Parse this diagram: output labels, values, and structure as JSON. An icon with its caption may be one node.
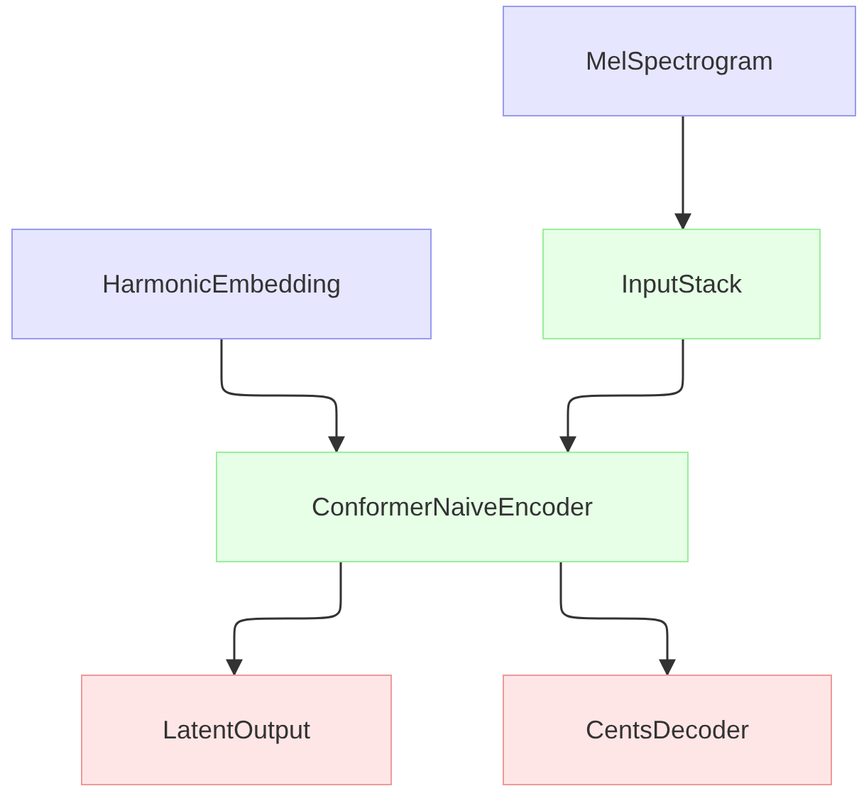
{
  "diagram": {
    "nodes": [
      {
        "text": [
          "MelSpectrogram"
        ]
      },
      {
        "text": [
          "HarmonicEmbedding"
        ]
      },
      {
        "text": [
          "InputStack"
        ]
      },
      {
        "text": [
          "ConformerNaiveEncoder"
        ]
      },
      {
        "text": [
          "LatentOutput"
        ]
      },
      {
        "text": [
          "CentsDecoder"
        ]
      }
    ],
    "edges": [
      {
        "from": 0,
        "to": 2,
        "arrow": "to"
      },
      {
        "from": 1,
        "to": 3,
        "arrow": "to"
      },
      {
        "from": 2,
        "to": 3,
        "arrow": "to"
      },
      {
        "from": 3,
        "to": 4,
        "arrow": "to"
      },
      {
        "from": 3,
        "to": 5,
        "arrow": "to"
      }
    ]
  }
}
